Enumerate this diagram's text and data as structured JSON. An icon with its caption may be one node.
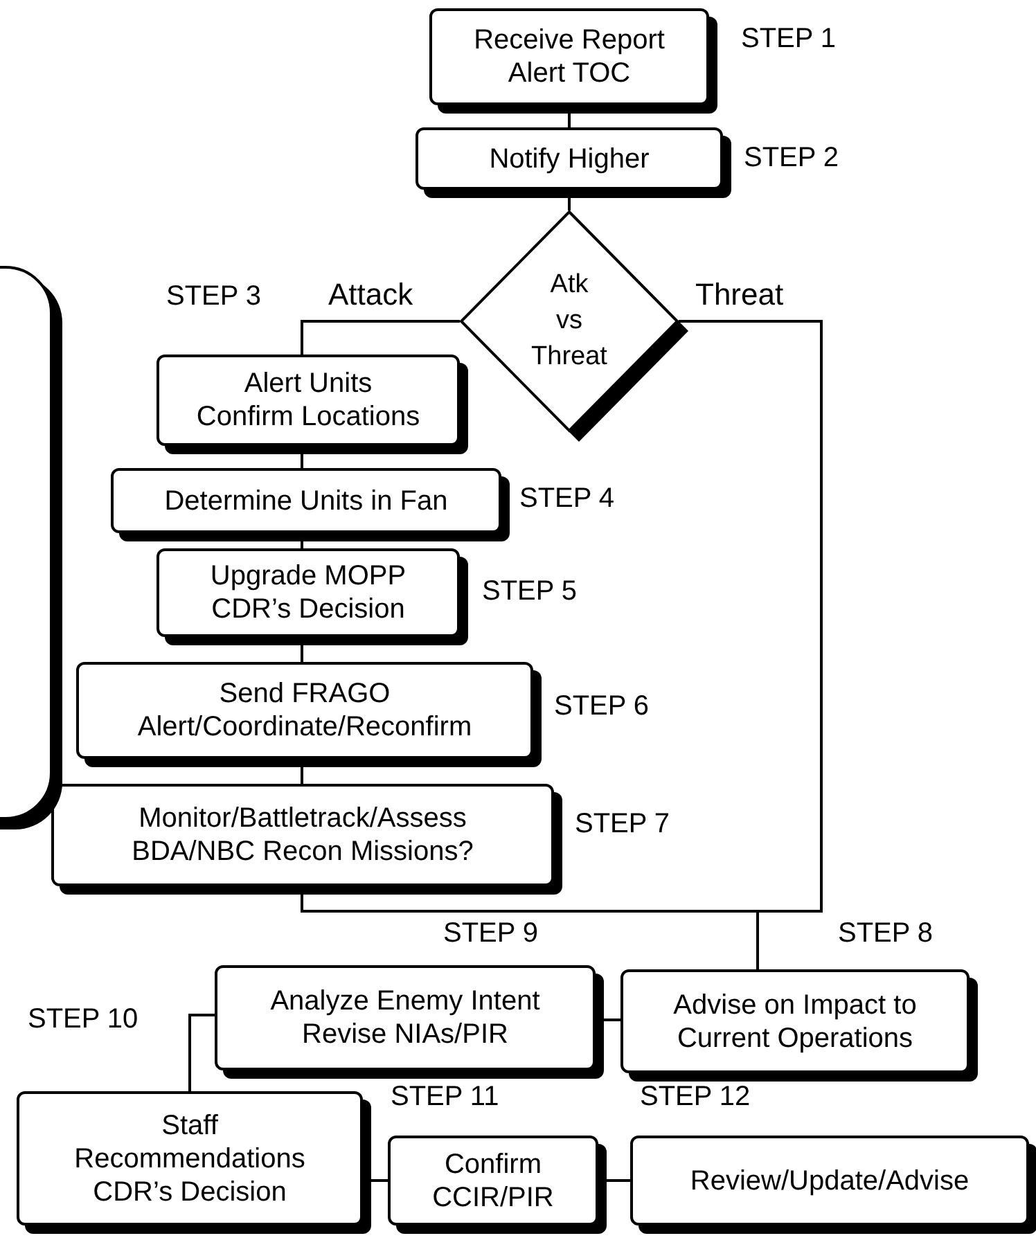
{
  "diagram": {
    "nodes": [
      {
        "text": [
          "Receive Report",
          "Alert TOC"
        ],
        "beside": [
          "STEP 1"
        ]
      },
      {
        "text": [
          "Notify Higher"
        ],
        "beside": [
          "STEP 2"
        ]
      },
      {
        "text": [
          "Atk",
          "vs",
          "Threat"
        ]
      },
      {
        "text": [
          "Alert Units",
          "Confirm Locations"
        ],
        "beside": [
          "STEP 3"
        ]
      },
      {
        "text": [
          "Determine Units in Fan"
        ],
        "beside": [
          "STEP 4"
        ]
      },
      {
        "text": [
          "Upgrade MOPP",
          "CDR’s Decision"
        ],
        "beside": [
          "STEP 5"
        ]
      },
      {
        "text": [
          "Send FRAGO",
          "Alert/Coordinate/Reconfirm"
        ],
        "beside": [
          "STEP 6"
        ]
      },
      {
        "text": [
          "Monitor/Battletrack/Assess",
          "BDA/NBC Recon Missions?"
        ],
        "beside": [
          "STEP 7"
        ]
      },
      {
        "text": [
          "Advise on Impact to Current Operations"
        ],
        "beside": [
          "STEP 8"
        ]
      },
      {
        "text": [
          "Analyze Enemy Intent",
          "Revise NIAs/PIR"
        ],
        "beside": [
          "STEP 9"
        ]
      },
      {
        "text": [
          "Staff Recommendations",
          "CDR’s Decision"
        ],
        "beside": [
          "STEP 10"
        ]
      },
      {
        "text": [
          "Confirm CCIR/PIR"
        ]
      },
      {
        "text": [
          "Review/Update/Advise"
        ]
      },
      {
        "text": [],
        "shape": "box"
      }
    ],
    "edges": [
      {
        "from": 0,
        "to": 1,
        "arrow": "none"
      },
      {
        "from": 1,
        "to": 2,
        "arrow": "none"
      },
      {
        "from": 2,
        "to": 3,
        "arrow": "none",
        "label": "Attack"
      },
      {
        "from": 3,
        "to": 4,
        "arrow": "none"
      },
      {
        "from": 4,
        "to": 5,
        "arrow": "none"
      },
      {
        "from": 5,
        "to": 6,
        "arrow": "none"
      },
      {
        "from": 6,
        "to": 7,
        "arrow": "none"
      },
      {
        "from": 7,
        "to": 8,
        "arrow": "none"
      },
      {
        "from": 2,
        "to": 8,
        "arrow": "none",
        "label": "Threat"
      },
      {
        "from": 8,
        "to": 9,
        "arrow": "none"
      },
      {
        "from": 9,
        "to": 10,
        "arrow": "none"
      },
      {
        "from": 10,
        "to": 11,
        "arrow": "none"
      },
      {
        "from": 11,
        "to": 12,
        "arrow": "none"
      }
    ],
    "labels": [
      "STEP 11",
      "STEP 12"
    ]
  }
}
